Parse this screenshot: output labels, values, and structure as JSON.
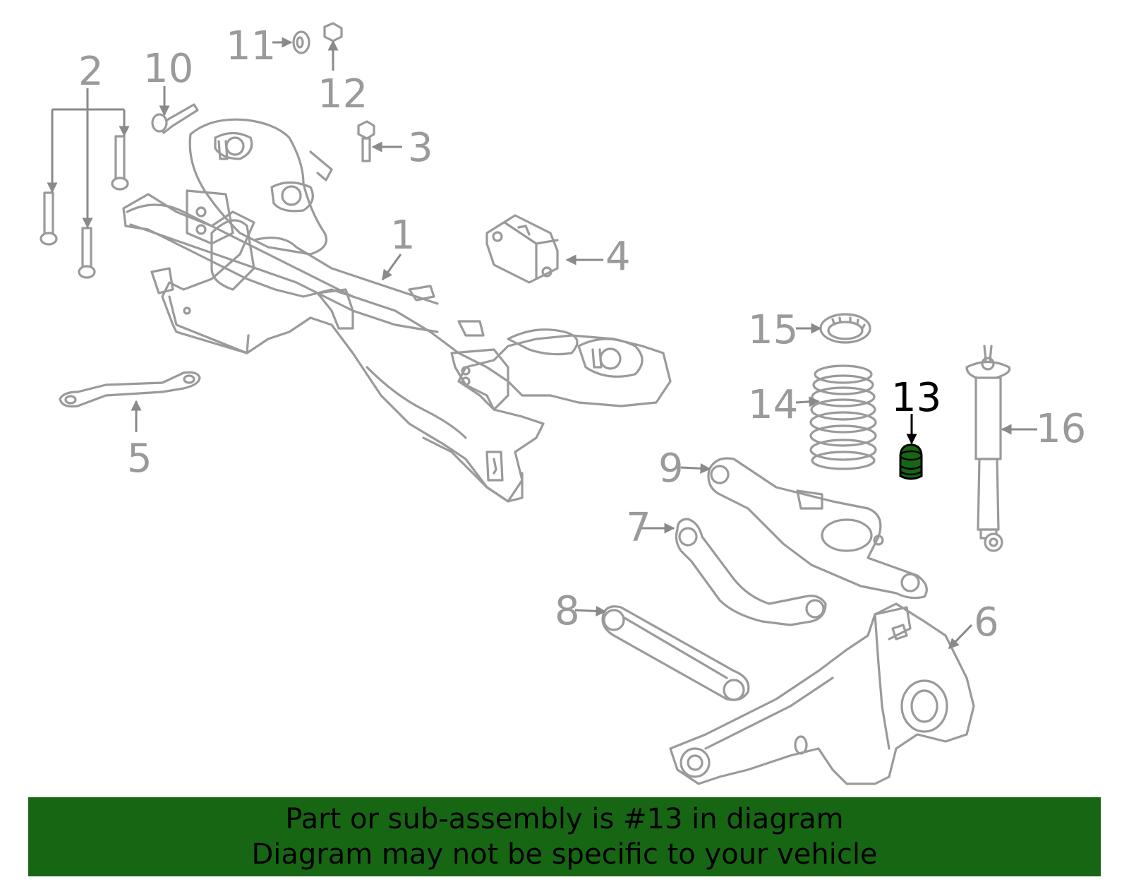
{
  "highlight_part": "13",
  "highlight_color": "#176614",
  "callouts": {
    "p1": "1",
    "p2": "2",
    "p3": "3",
    "p4": "4",
    "p5": "5",
    "p6": "6",
    "p7": "7",
    "p8": "8",
    "p9": "9",
    "p10": "10",
    "p11": "11",
    "p12": "12",
    "p13": "13",
    "p14": "14",
    "p15": "15",
    "p16": "16"
  },
  "banner": {
    "line1": "Part or sub-assembly is #13 in diagram",
    "line2": "Diagram may not be specific to your vehicle"
  }
}
